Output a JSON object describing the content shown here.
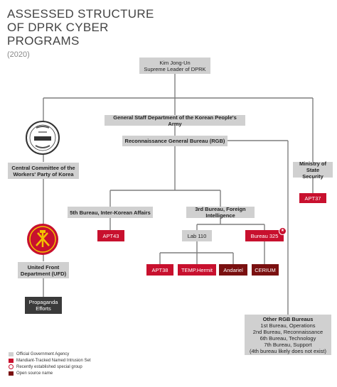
{
  "title": {
    "line1": "ASSESSED STRUCTURE",
    "line2": "OF DPRK CYBER",
    "line3": "PROGRAMS",
    "year": "(2020)"
  },
  "nodes": {
    "leader": {
      "name": "Kim Jong-Un",
      "role": "Supreme Leader of DPRK"
    },
    "general_staff": "General Staff Department of the Korean People's Army",
    "rgb": "Reconnaissance General Bureau (RGB)",
    "central_committee": "Central Committee of the Workers' Party of Korea",
    "ministry": "Ministry of State Security",
    "apt37": "APT37",
    "bureau5": "5th Bureau, Inter-Korean Affairs",
    "bureau3": "3rd Bureau, Foreign Intelligence",
    "apt43": "APT43",
    "lab110": "Lab 110",
    "bureau325": "Bureau 325",
    "apt38": "APT38",
    "temp_hermit": "TEMP.Hermit",
    "andariel": "Andariel",
    "cerium": "CERIUM",
    "ufd": "United Front Department (UFD)",
    "propaganda": "Propaganda Efforts",
    "other_rgb": {
      "heading": "Other RGB Bureaus",
      "lines": [
        "1st Bureau, Operations",
        "2nd Bureau, Reconnaissance",
        "6th Bureau, Technology",
        "7th Bureau, Support",
        "(4th bureau likely does not exist)"
      ]
    }
  },
  "legend": [
    {
      "label": "Official Government Agency",
      "color": "#d0d0d0"
    },
    {
      "label": "Mandiant-Tracked Named Intrusion Set",
      "color": "#c8102e"
    },
    {
      "label": "Recently established special group",
      "color": "#c8102e"
    },
    {
      "label": "Open source name",
      "color": "#7a1010"
    }
  ]
}
